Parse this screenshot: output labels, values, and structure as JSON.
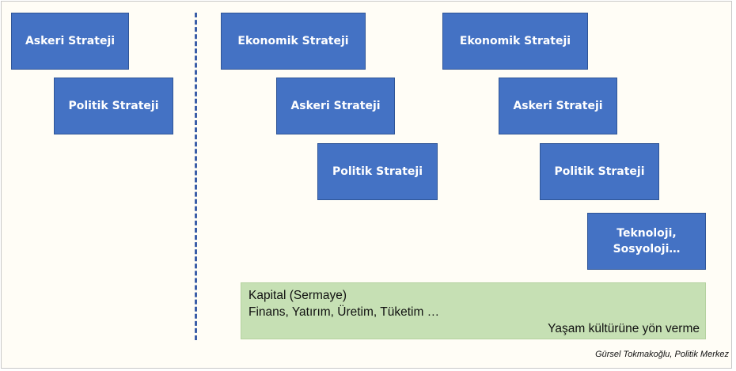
{
  "left_group": {
    "boxes": [
      {
        "label": "Askeri Strateji"
      },
      {
        "label": "Politik Strateji"
      }
    ]
  },
  "middle_group": {
    "boxes": [
      {
        "label": "Ekonomik Strateji"
      },
      {
        "label": "Askeri Strateji"
      },
      {
        "label": "Politik Strateji"
      }
    ]
  },
  "right_group": {
    "boxes": [
      {
        "label": "Ekonomik Strateji"
      },
      {
        "label": "Askeri Strateji"
      },
      {
        "label": "Politik Strateji"
      },
      {
        "label": "Teknoloji,\nSosyoloji…"
      }
    ]
  },
  "capital_box": {
    "line1": "Kapital (Sermaye)",
    "line2": "Finans, Yatırım, Üretim, Tüketim …",
    "line3": "Yaşam kültürüne yön verme"
  },
  "credit": "Gürsel Tokmakoğlu, Politik Merkez",
  "colors": {
    "box_fill": "#4472c4",
    "box_border": "#2f5597",
    "capital_fill": "#c6e0b4",
    "divider": "#3b5ea8"
  }
}
